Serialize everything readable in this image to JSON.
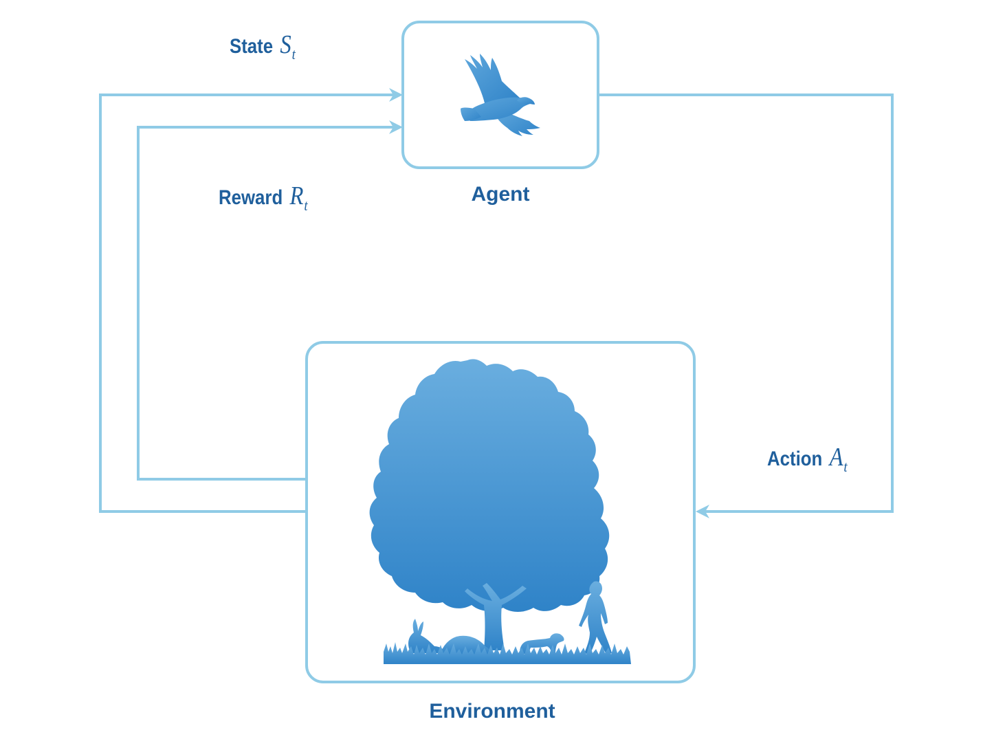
{
  "colors": {
    "line": "#8fcbe6",
    "text": "#1f5f9c",
    "fill_light": "#6aaedf",
    "fill_dark": "#2f83c8"
  },
  "nodes": {
    "agent": {
      "label": "Agent",
      "icon": "eagle-icon"
    },
    "environment": {
      "label": "Environment",
      "icon": "tree-scene-icon"
    }
  },
  "flows": {
    "state": {
      "label": "State",
      "symbol": "S",
      "subscript": "t"
    },
    "reward": {
      "label": "Reward",
      "symbol": "R",
      "subscript": "t"
    },
    "action": {
      "label": "Action",
      "symbol": "A",
      "subscript": "t"
    }
  }
}
